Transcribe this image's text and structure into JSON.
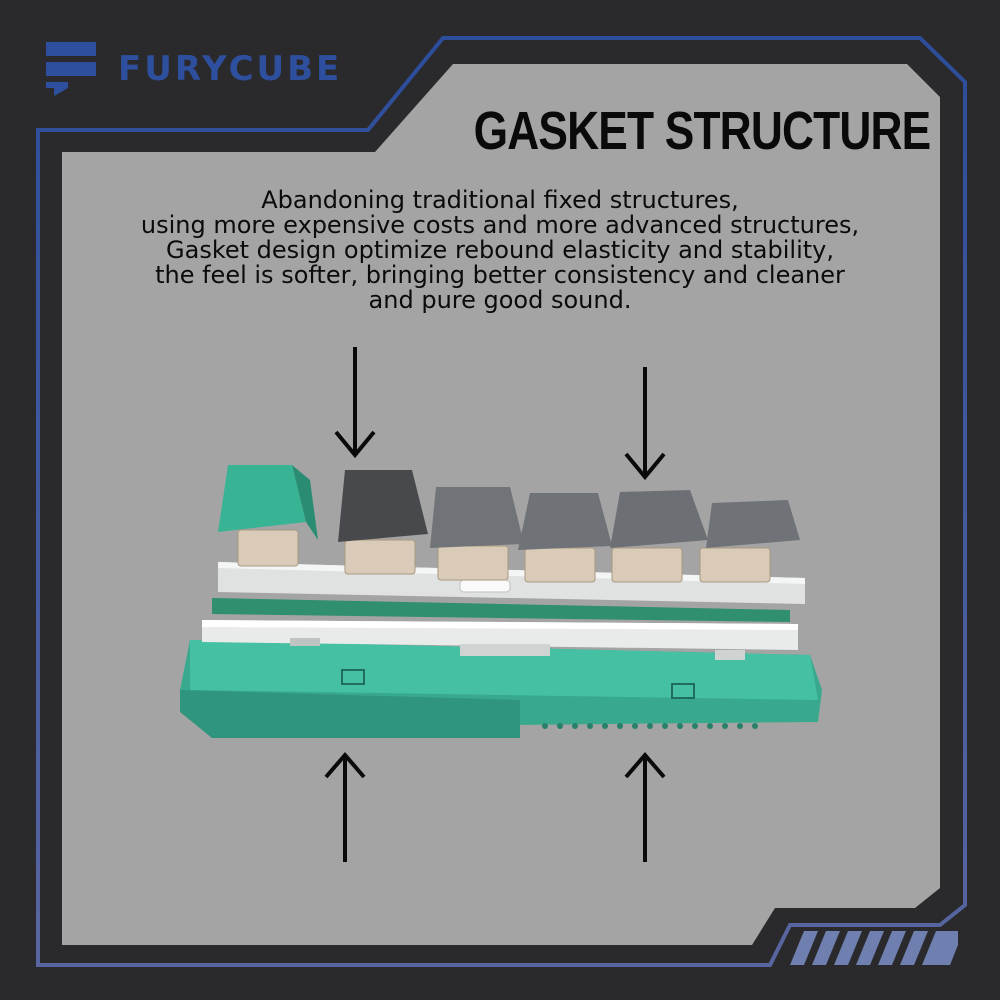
{
  "brand": {
    "name": "FURYCUBE"
  },
  "headline": "GASKET STRUCTURE",
  "description_lines": [
    "Abandoning traditional fixed structures,",
    "using more expensive costs and more advanced structures,",
    "Gasket design optimize rebound elasticity and stability,",
    "the feel is softer, bringing better consistency and cleaner",
    "and pure good sound."
  ],
  "colors": {
    "background": "#2a2a2c",
    "panel": "#a4a4a4",
    "frame_blue": "#2e4f9e",
    "case_teal": "#3fb89a",
    "keycap_dark": "#4a4d52",
    "keycap_grey": "#6f7378"
  },
  "icons": [
    "furycube-logo-icon",
    "arrow-down-icon",
    "arrow-up-icon"
  ]
}
